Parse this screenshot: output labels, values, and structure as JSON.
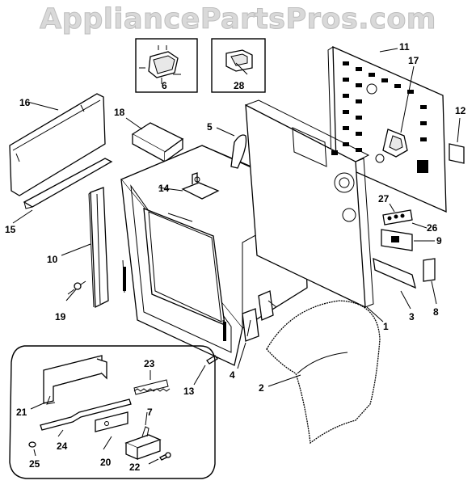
{
  "watermark": "AppliancePartsPros.com",
  "callouts": {
    "c1": "1",
    "c2": "2",
    "c3": "3",
    "c4": "4",
    "c5": "5",
    "c6": "6",
    "c7": "7",
    "c8": "8",
    "c9": "9",
    "c10": "10",
    "c11": "11",
    "c12": "12",
    "c13": "13",
    "c14": "14",
    "c15": "15",
    "c16": "16",
    "c17": "17",
    "c18": "18",
    "c19": "19",
    "c20": "20",
    "c21": "21",
    "c22": "22",
    "c23": "23",
    "c24": "24",
    "c25": "25",
    "c26": "26",
    "c27": "27",
    "c28": "28"
  }
}
